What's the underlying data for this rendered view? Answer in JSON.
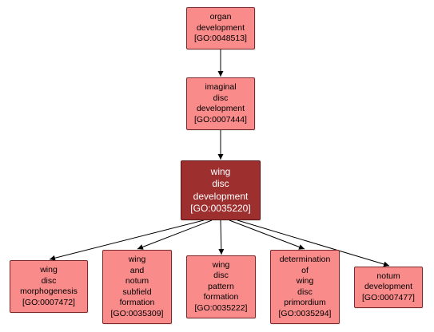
{
  "nodes": {
    "organ": {
      "lines": [
        "organ",
        "development"
      ],
      "id": "[GO:0048513]"
    },
    "imaginal": {
      "lines": [
        "imaginal",
        "disc",
        "development"
      ],
      "id": "[GO:0007444]"
    },
    "wingdisc": {
      "lines": [
        "wing",
        "disc",
        "development"
      ],
      "id": "[GO:0035220]"
    },
    "morph": {
      "lines": [
        "wing",
        "disc",
        "morphogenesis"
      ],
      "id": "[GO:0007472]"
    },
    "notumsub": {
      "lines": [
        "wing",
        "and",
        "notum",
        "subfield",
        "formation"
      ],
      "id": "[GO:0035309]"
    },
    "pattern": {
      "lines": [
        "wing",
        "disc",
        "pattern",
        "formation"
      ],
      "id": "[GO:0035222]"
    },
    "primordium": {
      "lines": [
        "determination",
        "of",
        "wing",
        "disc",
        "primordium"
      ],
      "id": "[GO:0035294]"
    },
    "notumdev": {
      "lines": [
        "notum",
        "development"
      ],
      "id": "[GO:0007477]"
    }
  },
  "colors": {
    "node_fill": "#fa8b8b",
    "focus_fill": "#9e2f2f",
    "edge": "#000000"
  }
}
